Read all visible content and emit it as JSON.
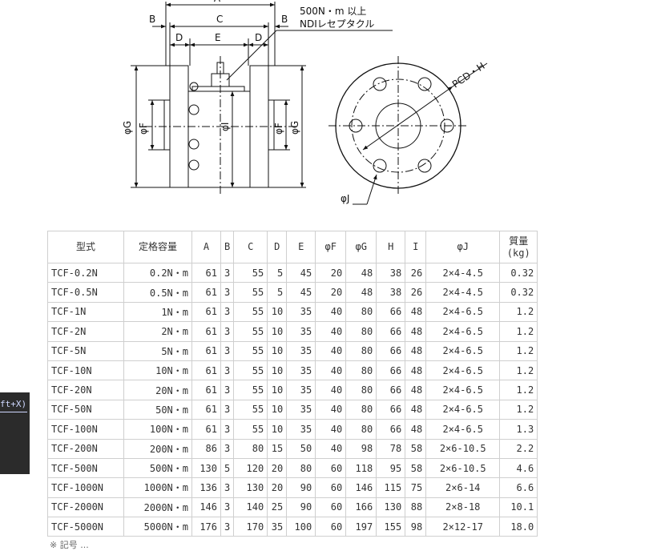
{
  "drawing": {
    "dim_top": "A",
    "dim_b": "B",
    "dim_c": "C",
    "dim_d": "D",
    "dim_e": "E",
    "dim_phi_g": "φG",
    "dim_phi_f": "φF",
    "dim_phi_i": "φI",
    "dim_pcd": "PCD・H",
    "dim_phi_j": "φJ",
    "note_line1": "500N・m 以上",
    "note_line2": "NDIレセプタクル"
  },
  "table": {
    "headers": [
      "型式",
      "定格容量",
      "A",
      "B",
      "C",
      "D",
      "E",
      "φF",
      "φG",
      "H",
      "I",
      "φJ",
      "質量",
      "(kg)"
    ],
    "rows": [
      [
        "TCF-0.2N",
        "0.2N・m",
        "61",
        "3",
        "55",
        "5",
        "45",
        "20",
        "48",
        "38",
        "26",
        "2×4-4.5",
        "0.32"
      ],
      [
        "TCF-0.5N",
        "0.5N・m",
        "61",
        "3",
        "55",
        "5",
        "45",
        "20",
        "48",
        "38",
        "26",
        "2×4-4.5",
        "0.32"
      ],
      [
        "TCF-1N",
        "1N・m",
        "61",
        "3",
        "55",
        "10",
        "35",
        "40",
        "80",
        "66",
        "48",
        "2×4-6.5",
        "1.2"
      ],
      [
        "TCF-2N",
        "2N・m",
        "61",
        "3",
        "55",
        "10",
        "35",
        "40",
        "80",
        "66",
        "48",
        "2×4-6.5",
        "1.2"
      ],
      [
        "TCF-5N",
        "5N・m",
        "61",
        "3",
        "55",
        "10",
        "35",
        "40",
        "80",
        "66",
        "48",
        "2×4-6.5",
        "1.2"
      ],
      [
        "TCF-10N",
        "10N・m",
        "61",
        "3",
        "55",
        "10",
        "35",
        "40",
        "80",
        "66",
        "48",
        "2×4-6.5",
        "1.2"
      ],
      [
        "TCF-20N",
        "20N・m",
        "61",
        "3",
        "55",
        "10",
        "35",
        "40",
        "80",
        "66",
        "48",
        "2×4-6.5",
        "1.2"
      ],
      [
        "TCF-50N",
        "50N・m",
        "61",
        "3",
        "55",
        "10",
        "35",
        "40",
        "80",
        "66",
        "48",
        "2×4-6.5",
        "1.2"
      ],
      [
        "TCF-100N",
        "100N・m",
        "61",
        "3",
        "55",
        "10",
        "35",
        "40",
        "80",
        "66",
        "48",
        "2×4-6.5",
        "1.3"
      ],
      [
        "TCF-200N",
        "200N・m",
        "86",
        "3",
        "80",
        "15",
        "50",
        "40",
        "98",
        "78",
        "58",
        "2×6-10.5",
        "2.2"
      ],
      [
        "TCF-500N",
        "500N・m",
        "130",
        "5",
        "120",
        "20",
        "80",
        "60",
        "118",
        "95",
        "58",
        "2×6-10.5",
        "4.6"
      ],
      [
        "TCF-1000N",
        "1000N・m",
        "136",
        "3",
        "130",
        "20",
        "90",
        "60",
        "146",
        "115",
        "75",
        "2×6-14",
        "6.6"
      ],
      [
        "TCF-2000N",
        "2000N・m",
        "146",
        "3",
        "140",
        "25",
        "90",
        "60",
        "166",
        "130",
        "88",
        "2×8-18",
        "10.1"
      ],
      [
        "TCF-5000N",
        "5000N・m",
        "176",
        "3",
        "170",
        "35",
        "100",
        "60",
        "197",
        "155",
        "98",
        "2×12-17",
        "18.0"
      ]
    ]
  },
  "side_panel": {
    "text": "ft+X)"
  },
  "bottom_note": {
    "text": "※ 記号 ..."
  }
}
